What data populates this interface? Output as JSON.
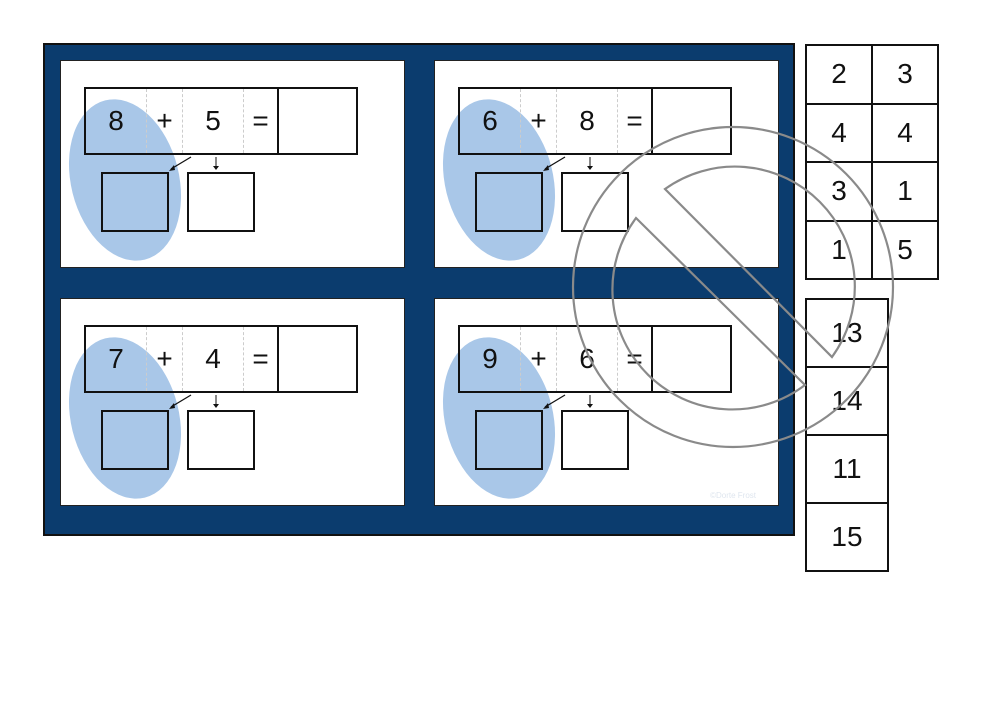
{
  "cards": [
    {
      "a": "8",
      "op": "+",
      "b": "5",
      "eq": "="
    },
    {
      "a": "6",
      "op": "+",
      "b": "8",
      "eq": "="
    },
    {
      "a": "7",
      "op": "+",
      "b": "4",
      "eq": "="
    },
    {
      "a": "9",
      "op": "+",
      "b": "6",
      "eq": "="
    }
  ],
  "copyright": "©Dorte Frost",
  "split_tiles": [
    "2",
    "3",
    "4",
    "4",
    "3",
    "1",
    "1",
    "5"
  ],
  "sum_tiles": [
    "13",
    "14",
    "11",
    "15"
  ],
  "colors": {
    "frame": "#0b3c6e",
    "highlight": "#a9c7e8",
    "watermark": "#8a8a8a"
  }
}
